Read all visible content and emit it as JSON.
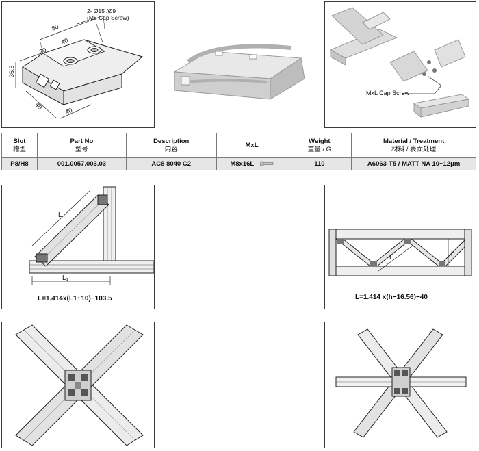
{
  "top_drawing": {
    "hole_callout": "2- Ø15 /Ø9",
    "hole_callout_sub": "(M8 Cap Screw)",
    "dim_80": "80",
    "dim_40_top": "40",
    "dim_20": "20",
    "dim_36_6": "36.6",
    "dim_40_left": "40",
    "dim_40_bottom": "40"
  },
  "assembly_view": {
    "callout": "MxL Cap Screw"
  },
  "table": {
    "headers": [
      {
        "en": "Slot",
        "zh": "槽型"
      },
      {
        "en": "Part No",
        "zh": "型号"
      },
      {
        "en": "Description",
        "zh": "内容"
      },
      {
        "en": "MxL",
        "zh": ""
      },
      {
        "en": "Weight",
        "zh": "重量 / G"
      },
      {
        "en": "Material / Treatment",
        "zh": "材料 / 表面处理"
      }
    ],
    "row": {
      "slot": "P8/H8",
      "part_no": "001.0057.003.03",
      "description": "AC8 8040 C2",
      "mxl": "M8x16L",
      "weight": "110",
      "material": "A6063-T5 / MATT NA 10~12μm"
    }
  },
  "app1": {
    "label_L": "L",
    "label_L1": "L₁",
    "formula": "L=1.414x(L1+10)−103.5"
  },
  "app2": {
    "label_L": "L",
    "label_h": "h",
    "formula": "L=1.414 x(h−16.56)−40"
  },
  "colors": {
    "border": "#3a3a3a",
    "profile_fill": "#d9d9d9",
    "profile_shade": "#b9b9b9",
    "table_row": "#e6e6e6"
  }
}
